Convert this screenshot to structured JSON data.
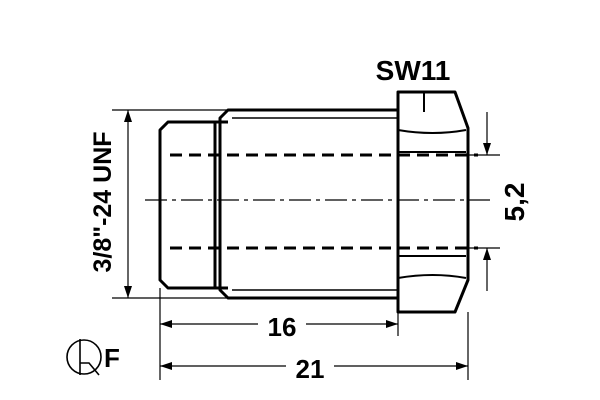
{
  "labels": {
    "hex_size": "SW11",
    "thread": "3/8\"-24 UNF",
    "length_16": "16",
    "length_21": "21",
    "bore": "5,2",
    "type": "F"
  },
  "icons": {
    "flare_type_symbol": "flare-symbol-icon"
  },
  "colors": {
    "stroke": "#000000",
    "background": "#ffffff"
  }
}
